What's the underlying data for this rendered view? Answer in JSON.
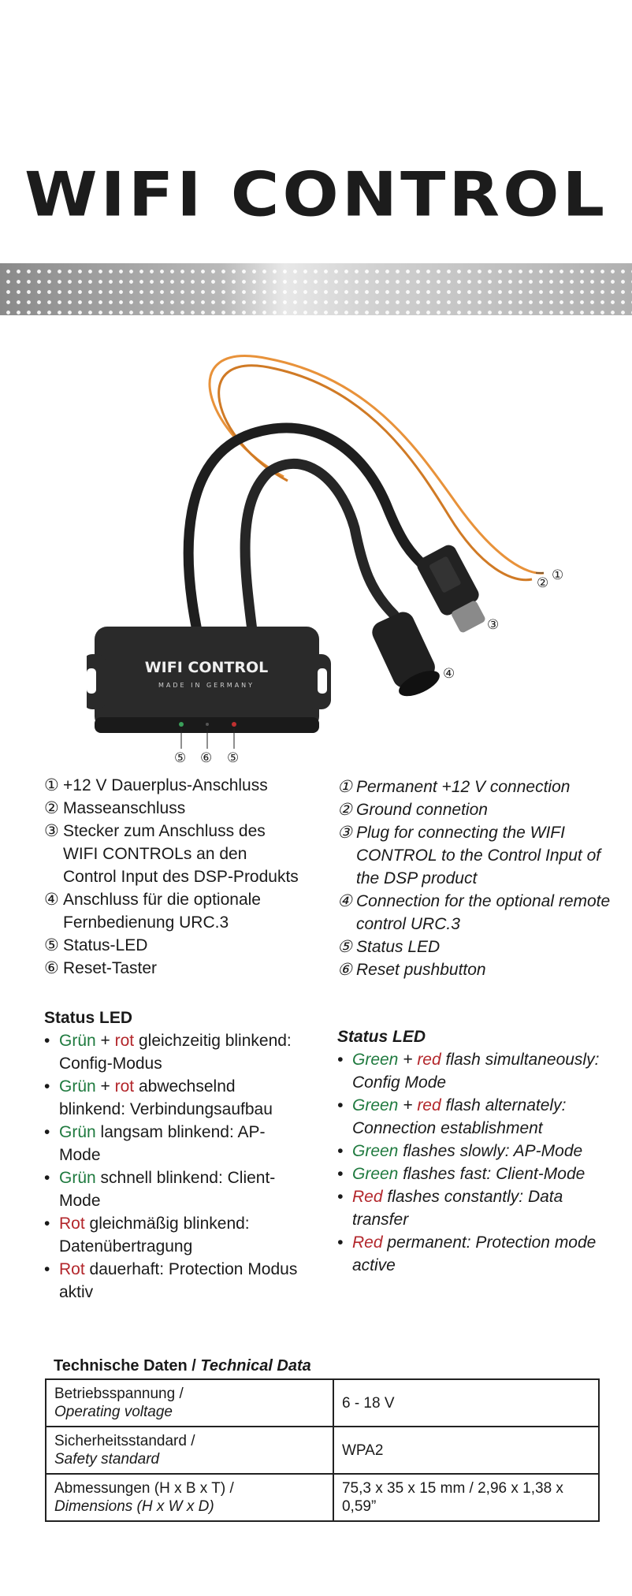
{
  "title": "WIFI CONTROL",
  "device": {
    "label": "WIFI CONTROL",
    "sublabel": "MADE IN GERMANY",
    "callouts": [
      "①",
      "②",
      "③",
      "④",
      "⑤",
      "⑥",
      "⑤"
    ]
  },
  "parts_de": [
    {
      "num": "①",
      "text": "+12 V Dauerplus-Anschluss"
    },
    {
      "num": "②",
      "text": "Masseanschluss"
    },
    {
      "num": "③",
      "text": "Stecker zum Anschluss des WIFI CONTROLs an den Control Input des DSP-Produkts"
    },
    {
      "num": "④",
      "text": "Anschluss für die optionale Fernbedienung URC.3"
    },
    {
      "num": "⑤",
      "text": "Status-LED"
    },
    {
      "num": "⑥",
      "text": "Reset-Taster"
    }
  ],
  "parts_en": [
    {
      "num": "①",
      "text": "Permanent +12 V connection"
    },
    {
      "num": "②",
      "text": "Ground connetion"
    },
    {
      "num": "③",
      "text": "Plug for connecting the WIFI CONTROL to the Control Input of the DSP product"
    },
    {
      "num": "④",
      "text": "Connection for the optional remote control URC.3"
    },
    {
      "num": "⑤",
      "text": "Status LED"
    },
    {
      "num": "⑥",
      "text": "Reset pushbutton"
    }
  ],
  "status_de": {
    "heading": "Status LED",
    "items": [
      {
        "green": "Grün",
        "plus": " + ",
        "red": "rot",
        "rest": " gleichzeitig blinkend: Config-Modus"
      },
      {
        "green": "Grün",
        "plus": " + ",
        "red": "rot",
        "rest": " abwechselnd blinkend: Verbindungsaufbau"
      },
      {
        "green": "Grün",
        "rest": " langsam blinkend: AP-Mode"
      },
      {
        "green": "Grün",
        "rest": " schnell blinkend: Client-Mode"
      },
      {
        "red": "Rot",
        "rest": " gleichmäßig blinkend: Datenübertragung"
      },
      {
        "red": "Rot",
        "rest": " dauerhaft: Protection Modus aktiv"
      }
    ]
  },
  "status_en": {
    "heading": "Status LED",
    "items": [
      {
        "green": "Green",
        "plus": " + ",
        "red": "red",
        "rest": " flash simultaneously: Config Mode"
      },
      {
        "green": "Green",
        "plus": " + ",
        "red": "red",
        "rest": " flash alternately: Connection establishment"
      },
      {
        "green": "Green",
        "rest": " flashes slowly: AP-Mode"
      },
      {
        "green": "Green",
        "rest": " flashes fast: Client-Mode"
      },
      {
        "red": "Red",
        "rest": " flashes constantly: Data transfer"
      },
      {
        "red": "Red",
        "rest": " permanent: Protection mode active"
      }
    ]
  },
  "tech": {
    "heading_de": "Technische Daten / ",
    "heading_en": "Technical Data",
    "rows": [
      {
        "label_de": "Betriebsspannung /",
        "label_en": "Operating voltage",
        "value": "6 - 18 V"
      },
      {
        "label_de": "Sicherheitsstandard /",
        "label_en": "Safety standard",
        "value": "WPA2"
      },
      {
        "label_de": "Abmessungen (H x B x T) /",
        "label_en": "Dimensions (H x W x D)",
        "value": "75,3 x 35 x 15 mm / 2,96 x 1,38 x 0,59”"
      }
    ]
  },
  "colors": {
    "green": "#1f7a3f",
    "red": "#b3262b",
    "text": "#1a1a1a"
  }
}
